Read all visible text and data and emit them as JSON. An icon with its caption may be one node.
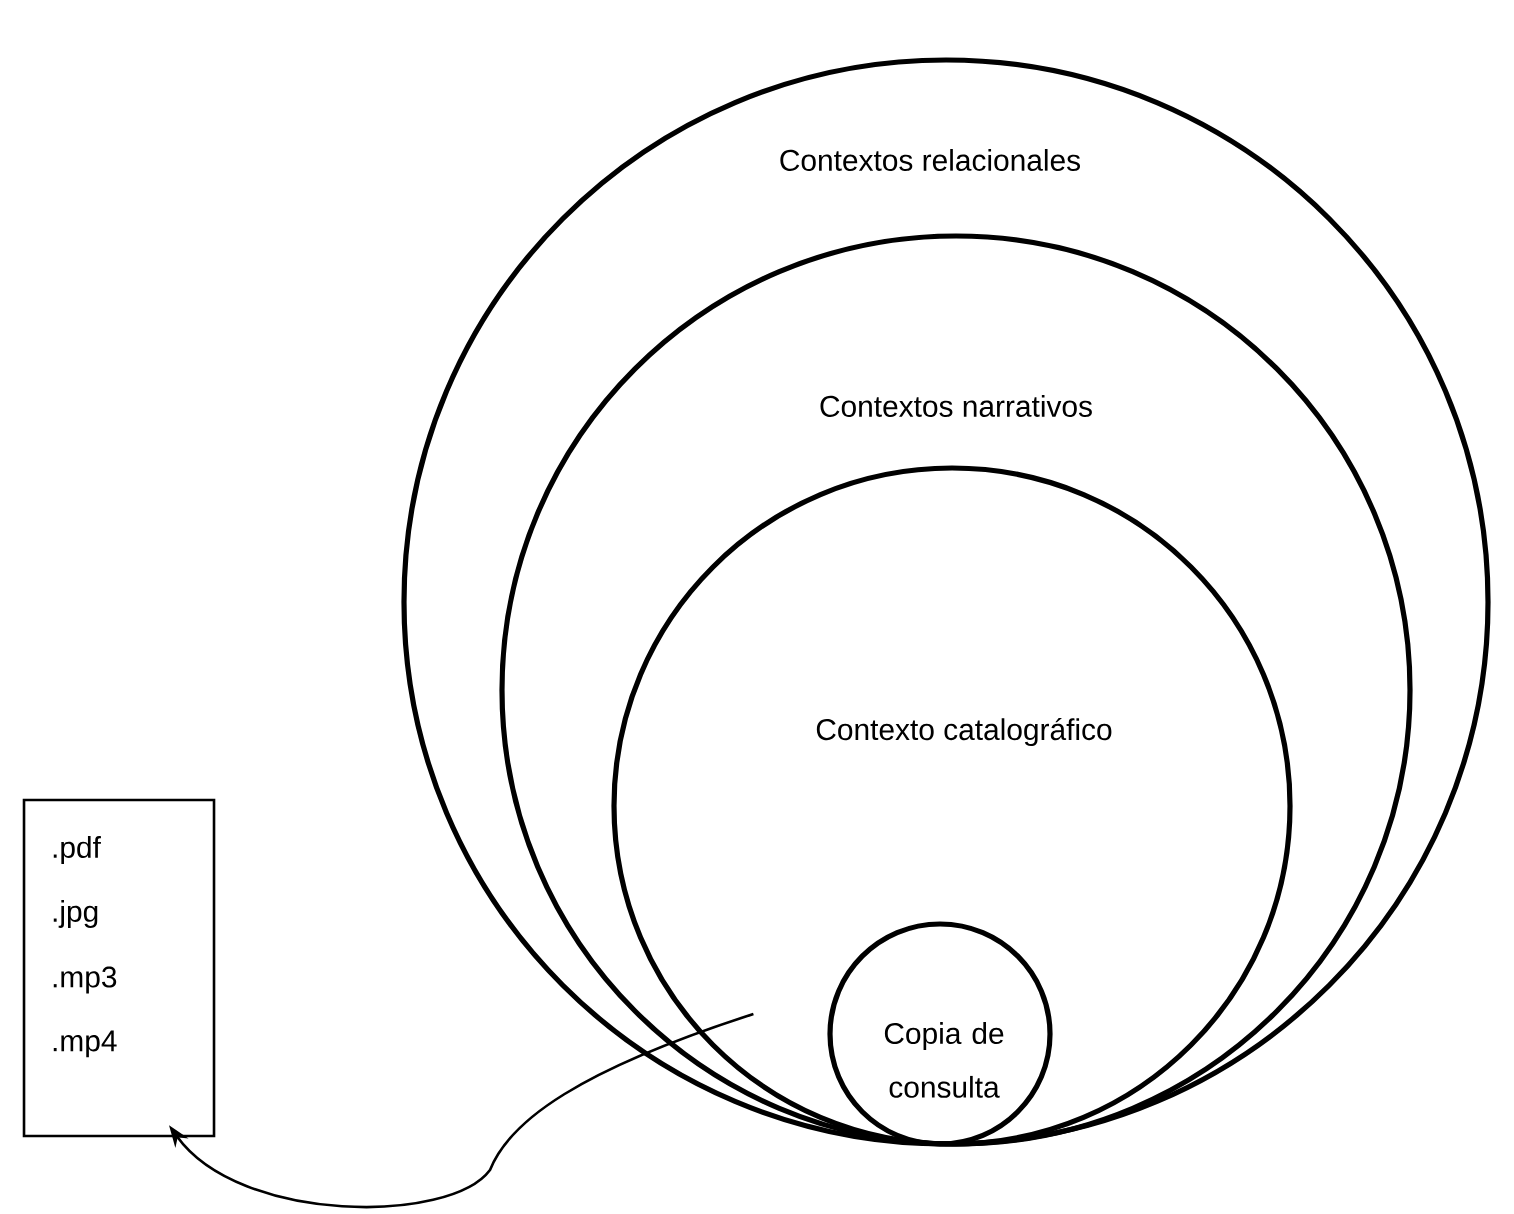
{
  "diagram": {
    "nodes": [
      {
        "text": [
          "Contextos relacionales"
        ]
      },
      {
        "text": [
          "Contextos narrativos"
        ],
        "in": 0
      },
      {
        "text": [
          "Contexto catalográfico"
        ],
        "in": 1
      },
      {
        "text": [
          "Copia de consulta"
        ],
        "in": 2
      },
      {
        "text": [
          ".pdf",
          ".jpg",
          ".mp3",
          ".mp4"
        ]
      }
    ],
    "edges": [
      {
        "from": 3,
        "to": 4,
        "arrow": "to"
      }
    ]
  }
}
